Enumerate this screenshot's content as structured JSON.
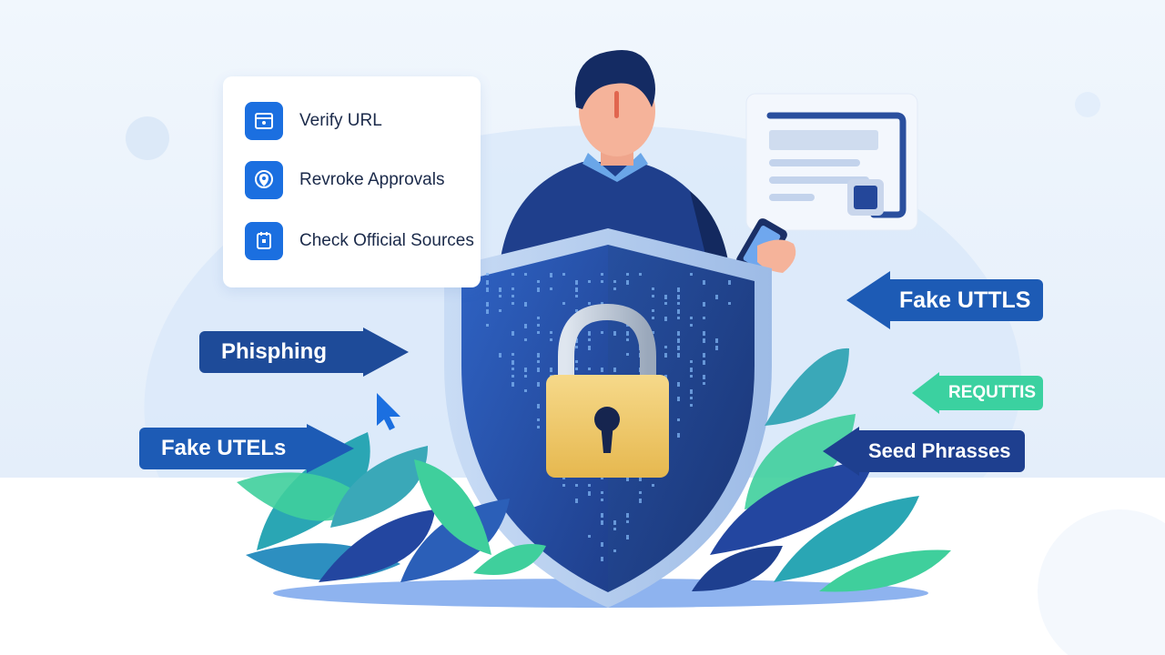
{
  "checklist": {
    "items": [
      {
        "label": "Verify URL",
        "icon": "browser-lock-icon"
      },
      {
        "label": "Revroke Approvals",
        "icon": "location-pin-icon"
      },
      {
        "label": "Check Official Sources",
        "icon": "document-lock-icon"
      }
    ]
  },
  "threat_tags": {
    "phishing": {
      "label": "Phisphing",
      "color": "#1e4b99"
    },
    "fake_left": {
      "label": "Fake UTELs",
      "color": "#1d5bb5"
    },
    "fake_right": {
      "label": "Fake UTTLS",
      "color": "#1d5bb5"
    },
    "requests": {
      "label": "REQUTTIS",
      "color": "#3bd1a0"
    },
    "seed_phrases": {
      "label": "Seed Phrasses",
      "color": "#1e3f8f"
    }
  },
  "colors": {
    "background": "#eaf3fc",
    "accent_blue": "#1b6fe0",
    "shield_dark": "#1f3f8c",
    "lock_gold": "#efc766",
    "leaf_teal": "#3aa8b8",
    "leaf_green": "#3fcf9c",
    "leaf_navy": "#2346a0"
  }
}
